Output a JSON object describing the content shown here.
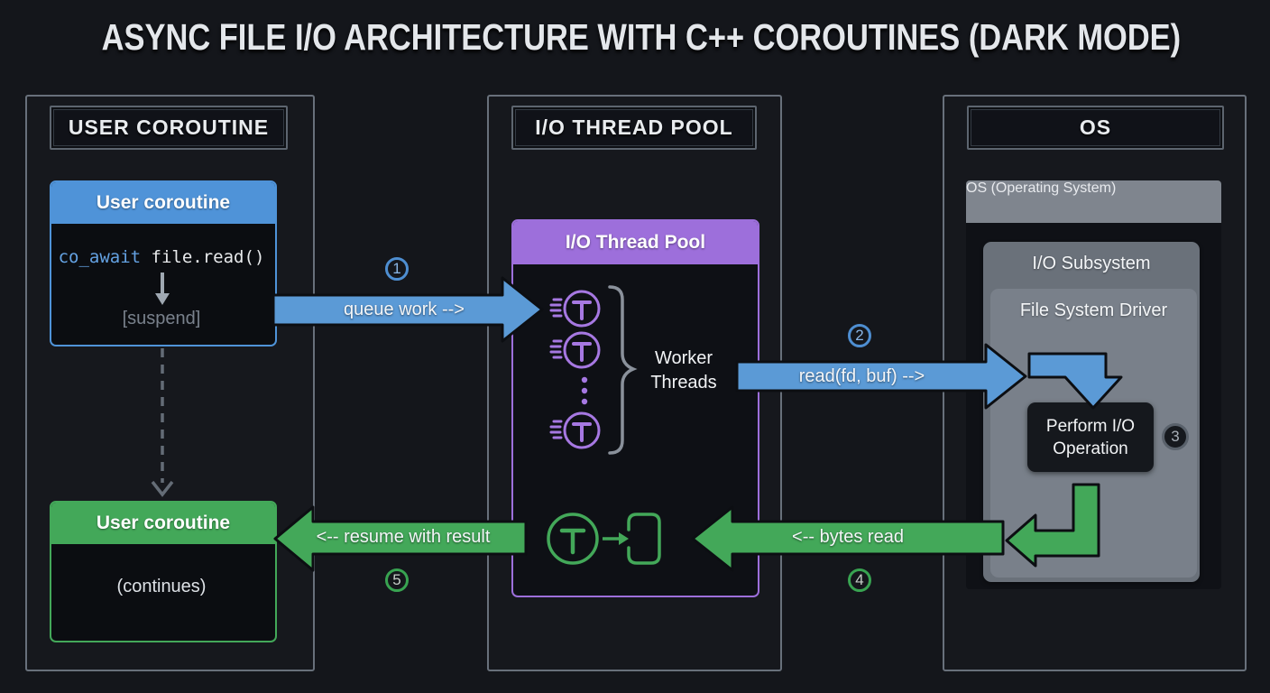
{
  "title": "ASYNC FILE I/O ARCHITECTURE WITH C++ COROUTINES (DARK MODE)",
  "columns": {
    "user": {
      "header": "USER COROUTINE"
    },
    "pool": {
      "header": "I/O THREAD POOL"
    },
    "os": {
      "header": "OS"
    }
  },
  "boxes": {
    "user_start": {
      "title": "User coroutine",
      "code_keyword": "co_await",
      "code_rest": " file.read()",
      "suspend": "[suspend]"
    },
    "user_resume": {
      "title": "User coroutine",
      "body": "(continues)"
    },
    "pool": {
      "title": "I/O Thread Pool",
      "worker_line1": "Worker",
      "worker_line2": "Threads"
    },
    "os": {
      "title": "OS (Operating System)",
      "subsystem": "I/O Subsystem",
      "driver": "File System Driver",
      "operation_line1": "Perform I/O",
      "operation_line2": "Operation"
    }
  },
  "arrows": {
    "queue_work": {
      "label": "queue work -->",
      "step": "1"
    },
    "read_call": {
      "label": "read(fd, buf) -->",
      "step": "2"
    },
    "perform_io": {
      "step": "3"
    },
    "bytes_read": {
      "label": "<-- bytes read",
      "step": "4"
    },
    "resume": {
      "label": "<-- resume with result",
      "step": "5"
    }
  },
  "colors": {
    "background": "#14161b",
    "blue_accent": "#4f93d8",
    "purple_accent": "#9d6fdb",
    "green_accent": "#43a859",
    "os_gray_header": "#7f858e",
    "code_keyword_blue": "#64a2e3"
  }
}
